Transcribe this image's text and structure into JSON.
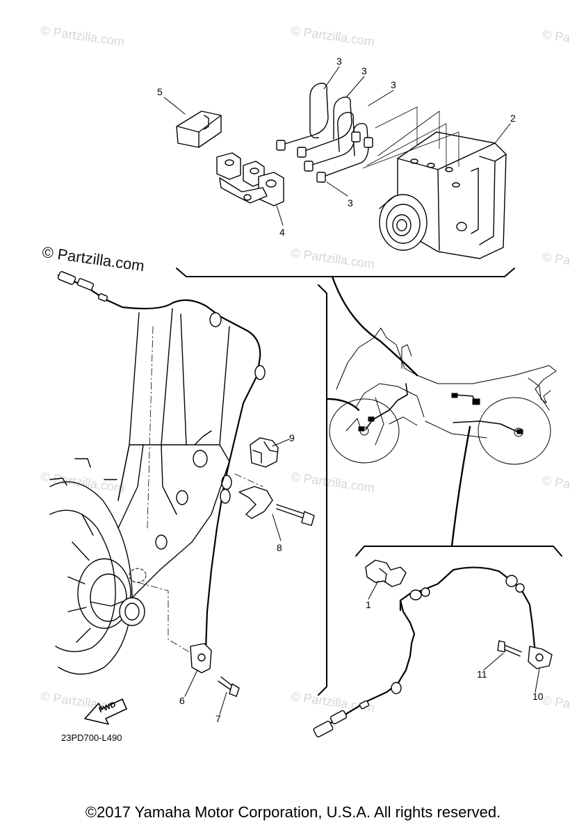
{
  "callouts": [
    {
      "id": "c1",
      "label": "1"
    },
    {
      "id": "c2",
      "label": "2"
    },
    {
      "id": "c3a",
      "label": "3"
    },
    {
      "id": "c3b",
      "label": "3"
    },
    {
      "id": "c3c",
      "label": "3"
    },
    {
      "id": "c3d",
      "label": "3"
    },
    {
      "id": "c4",
      "label": "4"
    },
    {
      "id": "c5",
      "label": "5"
    },
    {
      "id": "c6",
      "label": "6"
    },
    {
      "id": "c7",
      "label": "7"
    },
    {
      "id": "c8",
      "label": "8"
    },
    {
      "id": "c9",
      "label": "9"
    },
    {
      "id": "c10",
      "label": "10"
    },
    {
      "id": "c11",
      "label": "11"
    }
  ],
  "watermark": {
    "main": "© Partzilla.com",
    "faint": "© Partzilla.com",
    "edge": "© Pa"
  },
  "fwd_label": "FWD",
  "diagram_code": "23PD700-L490",
  "footer": "©2017 Yamaha Motor Corporation, U.S.A. All rights reserved."
}
